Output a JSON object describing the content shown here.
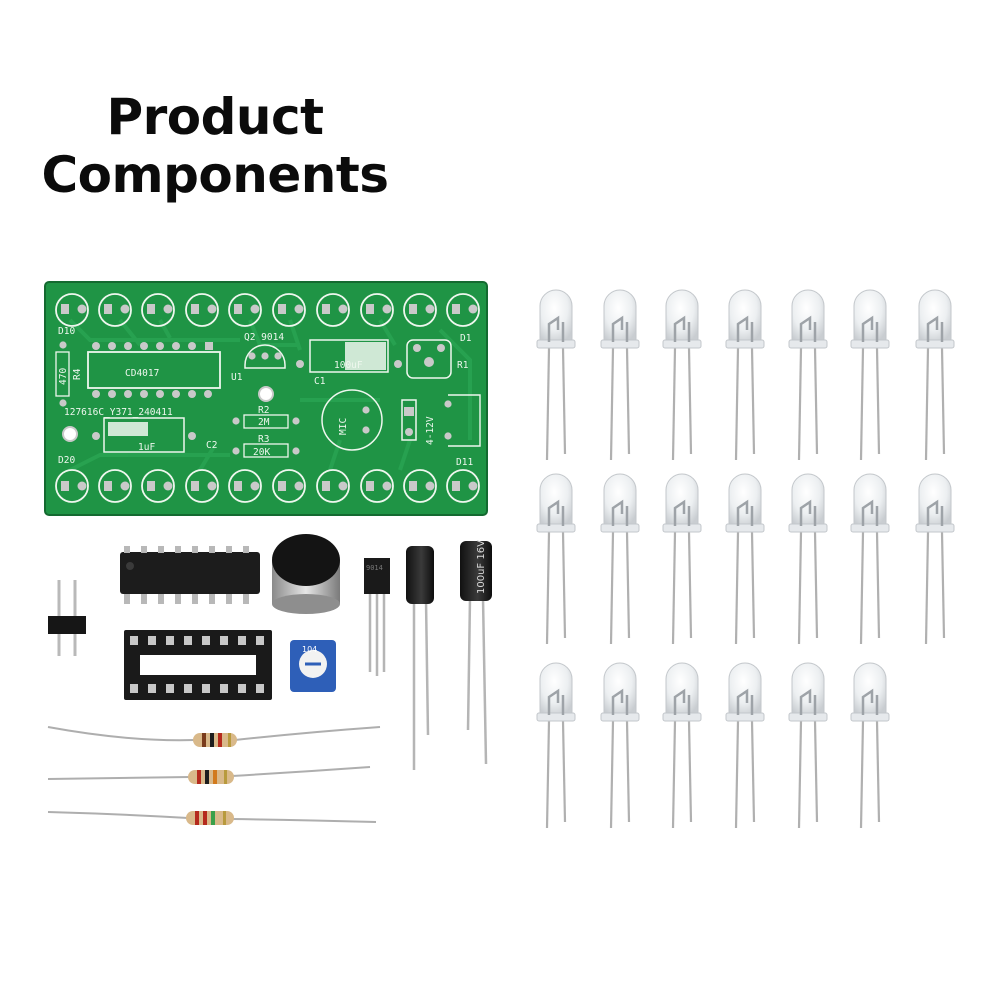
{
  "title": {
    "line1": "Product",
    "line2": "Components"
  },
  "pcb": {
    "chip": "CD4017",
    "transistor": "Q2  9014",
    "cap_c1_value": "100uF",
    "cap_c1_ref": "C1",
    "cap_c2_value": "1uF",
    "cap_c2_ref": "C2",
    "r2_ref": "R2",
    "r2_value": "2M",
    "r3_ref": "R3",
    "r3_value": "20K",
    "r4_ref": "R4",
    "r4_value": "470",
    "r1_ref": "R1",
    "u1_ref": "U1",
    "mic_label": "MIC",
    "power_label": "4-12V",
    "serial": "127616C_Y371_240411",
    "d1": "D1",
    "d10": "D10",
    "d11": "D11",
    "d20": "D20"
  },
  "parts": {
    "electrolytic_label": "100uF 16V",
    "transistor_label": "9014",
    "trimmer_label": "104"
  },
  "led_count": 20,
  "colors": {
    "pcb": "#1f9445",
    "pcb_dark": "#157a36",
    "silk": "#eef7ee",
    "pad": "#c9c9c9"
  }
}
